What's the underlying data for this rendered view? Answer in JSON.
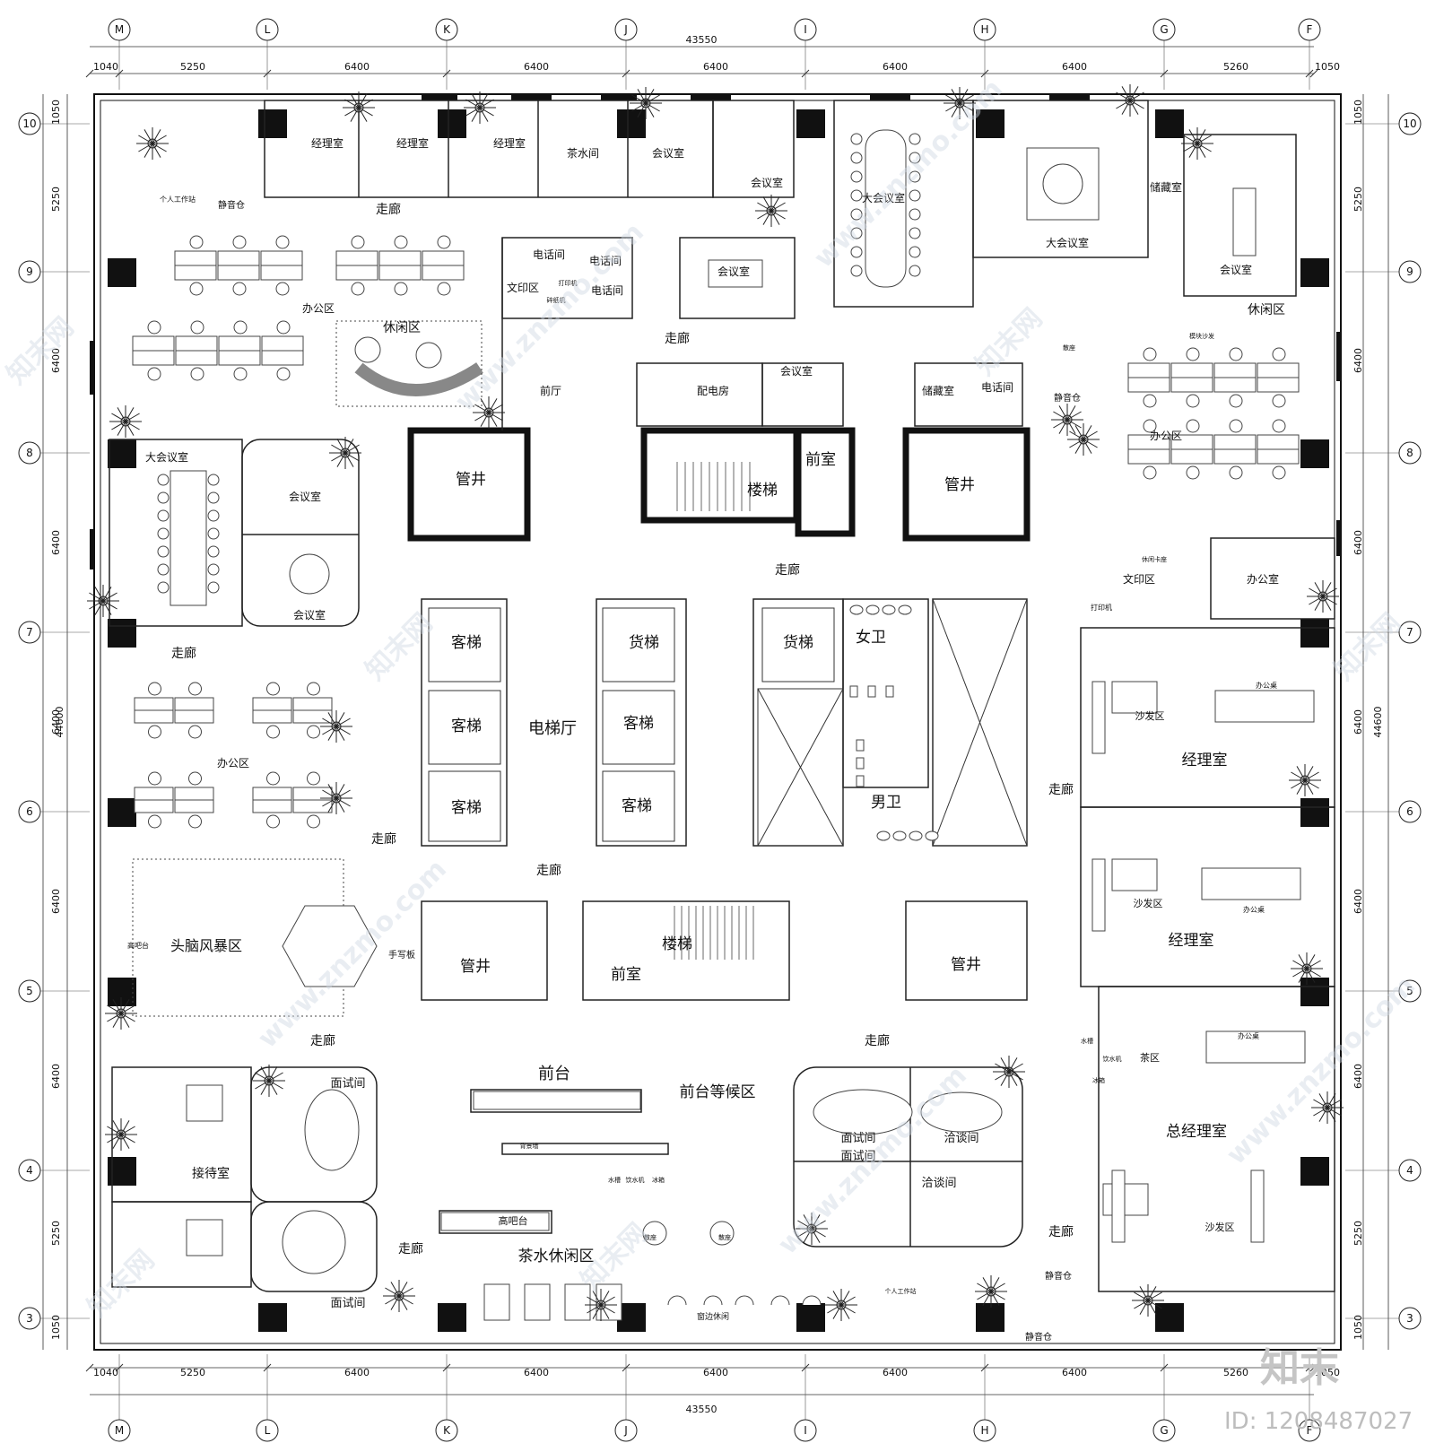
{
  "plan": {
    "total_dimension": "43550",
    "total_dimension_vertical": "44600",
    "column_axes": [
      "M",
      "L",
      "K",
      "J",
      "I",
      "H",
      "G",
      "F"
    ],
    "row_axes": [
      "10",
      "9",
      "8",
      "7",
      "6",
      "5",
      "4",
      "3"
    ],
    "horizontal_spans": [
      "1040",
      "5250",
      "6400",
      "6400",
      "6400",
      "6400",
      "6400",
      "5260",
      "1050"
    ],
    "vertical_spans": [
      "1050",
      "5250",
      "6400",
      "6400",
      "6400",
      "6400",
      "6400",
      "5250",
      "1050"
    ]
  },
  "rooms": {
    "mgr1": "经理室",
    "mgr2": "经理室",
    "mgr3": "经理室",
    "tea": "茶水间",
    "meet_top1": "会议室",
    "meet_top2": "会议室",
    "big_meet1": "大会议室",
    "big_meet2": "大会议室",
    "storage1": "储藏室",
    "meet_tr": "会议室",
    "personal_ws": "个人工作站",
    "quiet_pod_tl": "静音仓",
    "corridor_top": "走廊",
    "phone1": "电话间",
    "phone2": "电话间",
    "phone3": "电话间",
    "print_area": "文印区",
    "printer_small": "打印机",
    "shredder": "碎纸机",
    "meet_mid": "会议室",
    "office_tl": "办公区",
    "lounge_tl": "休闲区",
    "lounge_tr": "休闲区",
    "modular_sofa": "模块沙发",
    "sofa_seat": "散座",
    "corridor_mid": "走廊",
    "lobby_front": "前厅",
    "power_room": "配电房",
    "meet_small": "会议室",
    "storage2": "储藏室",
    "phone4": "电话间",
    "quiet_pod_tr": "静音仓",
    "office_tr": "办公区",
    "shaft1": "管井",
    "stairs1": "楼梯",
    "anteroom1": "前室",
    "shaft2": "管井",
    "big_meet3": "大会议室",
    "meet_l1": "会议室",
    "meet_l2": "会议室",
    "corridor_c1": "走廊",
    "leisure_booth": "休闲卡座",
    "print_area2": "文印区",
    "printer2": "打印机",
    "office_r": "办公室",
    "lift_p1": "客梯",
    "lift_p2": "客梯",
    "lift_p3": "客梯",
    "lift_hall": "电梯厅",
    "lift_f1": "货梯",
    "lift_f2": "货梯",
    "lift_p4": "客梯",
    "lift_p5": "客梯",
    "wc_f": "女卫",
    "wc_m": "男卫",
    "corridor_l1": "走廊",
    "office_l": "办公区",
    "corridor_l2": "走廊",
    "corridor_c2": "走廊",
    "brainstorm": "头脑风暴区",
    "high_bar_l": "高吧台",
    "whiteboard": "手写板",
    "shaft3": "管井",
    "stairs2": "楼梯",
    "anteroom2": "前室",
    "shaft4": "管井",
    "corridor_l3": "走廊",
    "corridor_c3": "走廊",
    "reception": "前台",
    "waiting": "前台等候区",
    "backdrop": "背景墙",
    "sink": "水槽",
    "water_disp": "饮水机",
    "fridge": "冰箱",
    "interview1": "面试间",
    "interview2": "面试间",
    "interview3": "面试间",
    "interview4": "面试间",
    "reception_room": "接待室",
    "nego1": "洽谈间",
    "nego2": "洽谈间",
    "high_bar": "高吧台",
    "tea_lounge": "茶水休闲区",
    "loose_seat1": "散座",
    "loose_seat2": "散座",
    "corridor_l4": "走廊",
    "window_lounge": "窗边休闲",
    "personal_ws2": "个人工作站",
    "quiet_pod_b1": "静音仓",
    "quiet_pod_b2": "静音仓",
    "corridor_r1": "走廊",
    "corridor_r2": "走廊",
    "sofa1": "沙发区",
    "desk1": "办公桌",
    "mgr_r1": "经理室",
    "sofa2": "沙发区",
    "desk2": "办公桌",
    "mgr_r2": "经理室",
    "tea_zone": "茶区",
    "sink2": "水槽",
    "water_disp2": "饮水机",
    "fridge2": "冰箱",
    "desk3": "办公桌",
    "gm_office": "总经理室",
    "sofa3": "沙发区"
  },
  "watermark": {
    "site_cn": "知末网",
    "site_url": "www.znzmo.com",
    "logo": "知末",
    "id_label": "ID: 1208487027"
  }
}
